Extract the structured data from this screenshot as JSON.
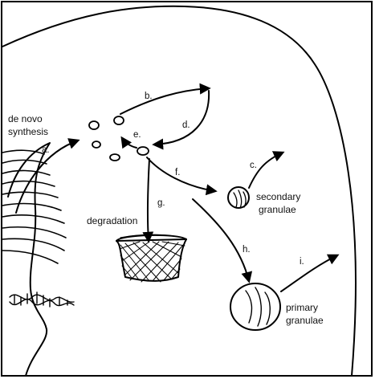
{
  "diagram": {
    "steps": {
      "a": "a.",
      "b": "b.",
      "c": "c.",
      "d": "d.",
      "e": "e.",
      "f": "f.",
      "g": "g.",
      "h": "h.",
      "i": "i."
    },
    "labels": {
      "de_novo_1": "de novo",
      "de_novo_2": "synthesis",
      "degradation": "degradation",
      "secondary_1": "secondary",
      "secondary_2": "granulae",
      "primary_1": "primary",
      "primary_2": "granulae"
    },
    "style": {
      "stroke": "#000000",
      "background": "#ffffff"
    }
  }
}
